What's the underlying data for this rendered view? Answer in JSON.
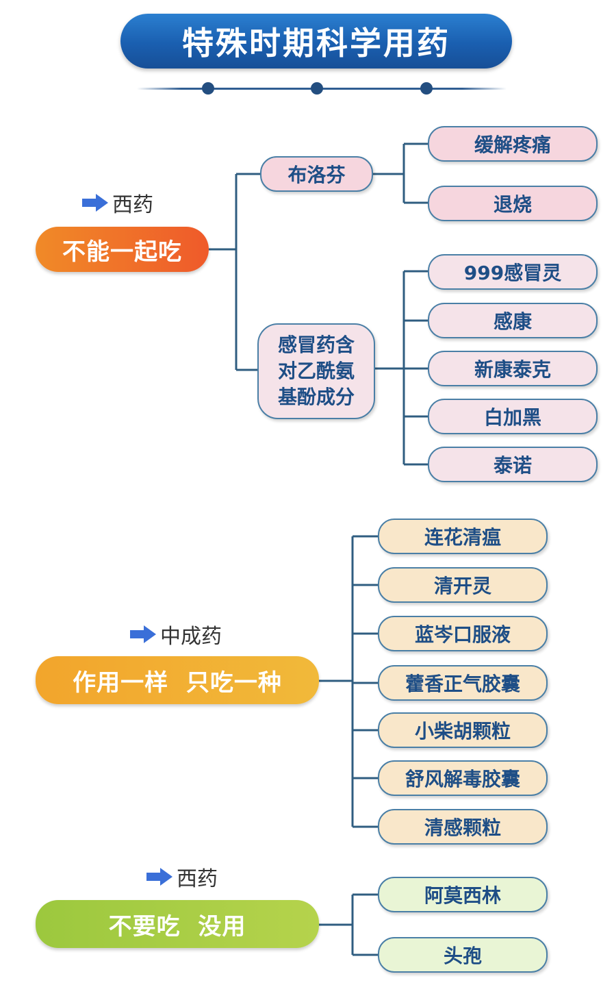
{
  "title": "特殊时期科学用药",
  "sections": [
    {
      "category": "西药",
      "main": "不能一起吃",
      "groups": [
        {
          "name": "布洛芬",
          "items": [
            "缓解疼痛",
            "退烧"
          ]
        },
        {
          "name_lines": [
            "感冒药含",
            "对乙酰氨",
            "基酚成分"
          ],
          "items": [
            "999感冒灵",
            "感康",
            "新康泰克",
            "白加黑",
            "泰诺"
          ]
        }
      ]
    },
    {
      "category": "中成药",
      "main": "作用一样  只吃一种",
      "items": [
        "连花清瘟",
        "清开灵",
        "蓝岑口服液",
        "藿香正气胶囊",
        "小柴胡颗粒",
        "舒风解毒胶囊",
        "清感颗粒"
      ]
    },
    {
      "category": "西药",
      "main": "不要吃  没用",
      "items": [
        "阿莫西林",
        "头孢"
      ]
    }
  ],
  "colors": {
    "title_bg": "#1a5fb0",
    "connector": "#2f5d80",
    "orange": "#ef5a2a",
    "yellow": "#f2a52c",
    "green": "#9cc83e",
    "pink_box": "#f6d6de",
    "cream_box": "#f9e7ca",
    "lightgreen_box": "#e9f5d5",
    "box_text": "#1e4e86",
    "arrow": "#3a6fd8"
  }
}
